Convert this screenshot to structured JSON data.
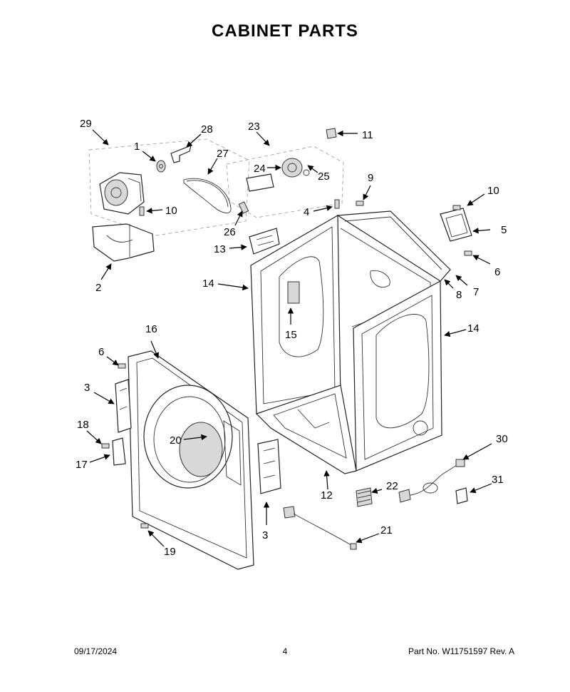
{
  "title": "CABINET PARTS",
  "callouts": [
    {
      "id": "c29",
      "text": "29"
    },
    {
      "id": "c28",
      "text": "28"
    },
    {
      "id": "c1",
      "text": "1"
    },
    {
      "id": "c27",
      "text": "27"
    },
    {
      "id": "c10a",
      "text": "10"
    },
    {
      "id": "c2",
      "text": "2"
    },
    {
      "id": "c23",
      "text": "23"
    },
    {
      "id": "c11",
      "text": "11"
    },
    {
      "id": "c24",
      "text": "24"
    },
    {
      "id": "c25",
      "text": "25"
    },
    {
      "id": "c9",
      "text": "9"
    },
    {
      "id": "c10b",
      "text": "10"
    },
    {
      "id": "c4",
      "text": "4"
    },
    {
      "id": "c5",
      "text": "5"
    },
    {
      "id": "c26",
      "text": "26"
    },
    {
      "id": "c13",
      "text": "13"
    },
    {
      "id": "c6a",
      "text": "6"
    },
    {
      "id": "c14a",
      "text": "14"
    },
    {
      "id": "c8",
      "text": "8"
    },
    {
      "id": "c7",
      "text": "7"
    },
    {
      "id": "c15",
      "text": "15"
    },
    {
      "id": "c16",
      "text": "16"
    },
    {
      "id": "c14b",
      "text": "14"
    },
    {
      "id": "c6b",
      "text": "6"
    },
    {
      "id": "c3a",
      "text": "3"
    },
    {
      "id": "c18",
      "text": "18"
    },
    {
      "id": "c17",
      "text": "17"
    },
    {
      "id": "c20",
      "text": "20"
    },
    {
      "id": "c30",
      "text": "30"
    },
    {
      "id": "c31",
      "text": "31"
    },
    {
      "id": "c22",
      "text": "22"
    },
    {
      "id": "c12",
      "text": "12"
    },
    {
      "id": "c3b",
      "text": "3"
    },
    {
      "id": "c21",
      "text": "21"
    },
    {
      "id": "c19",
      "text": "19"
    }
  ],
  "footer": {
    "date": "09/17/2024",
    "page": "4",
    "part_no": "Part No.  W11751597  Rev.  A"
  }
}
